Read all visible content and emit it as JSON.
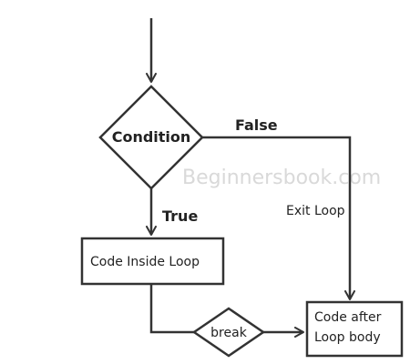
{
  "watermark": "Beginnersbook.com",
  "nodes": {
    "condition": "Condition",
    "code_inside_loop": "Code Inside Loop",
    "break": "break",
    "code_after_line1": "Code after",
    "code_after_line2": "Loop body"
  },
  "edges": {
    "false_label": "False",
    "true_label": "True",
    "exit_label": "Exit Loop"
  },
  "colors": {
    "stroke": "#333333",
    "text": "#222222",
    "watermark": "#d9d9d9"
  }
}
